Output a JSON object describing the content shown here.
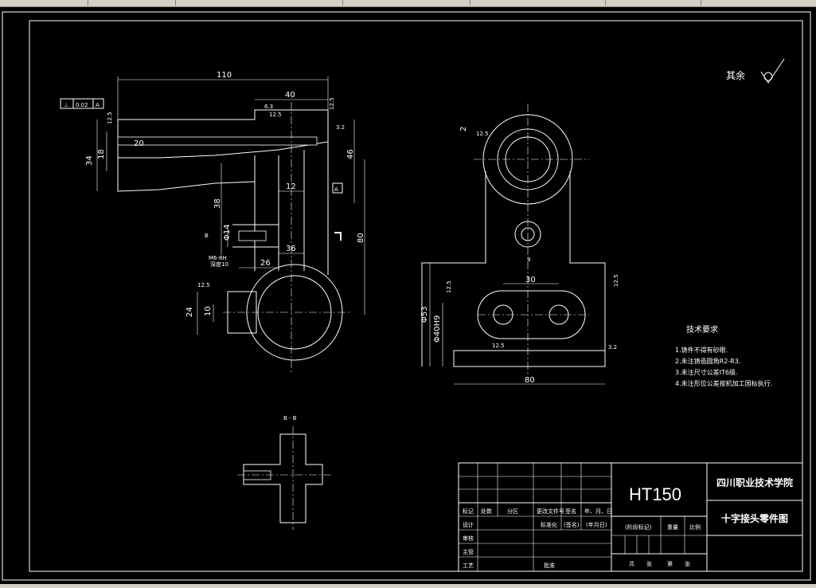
{
  "colors": {
    "background": "#000000",
    "lines": "#ffffff",
    "chrome": "#d4d0c8"
  },
  "roughness_note": "其余",
  "section_label": "B - B",
  "tolerance_frame": {
    "symbol": "⊥",
    "value": "0.02",
    "datum": "A"
  },
  "datum_label": "A",
  "section_mark": "B",
  "front_view_dims": {
    "d110": "110",
    "d40": "40",
    "d20": "20",
    "d34": "34",
    "d18": "18",
    "d46": "46",
    "d12": "12",
    "d38": "38",
    "d80": "80",
    "d14": "Φ14",
    "d26": "26",
    "d36": "36",
    "d24": "24",
    "d10": "10",
    "thread": "M6-8H",
    "thread_depth": "深度10",
    "r125": "12.5",
    "r125b": "12.5",
    "r125c": "12.5",
    "r63": "6.3",
    "r32": "3.2",
    "r125d": "12.5"
  },
  "side_view_dims": {
    "d2": "2",
    "r125a": "12.5",
    "d9": "9",
    "d30": "30",
    "d53": "Φ53",
    "d40h": "Φ40H9",
    "d80": "80",
    "r125b": "12.5",
    "r125c": "12.5",
    "r125d": "12.5",
    "r32": "3.2"
  },
  "tech_requirements": {
    "title": "技术要求",
    "items": [
      "1.铸件不得有砂眼.",
      "2.未注铸造圆角R2-R3.",
      "3.未注尺寸公差IT6级.",
      "4.未注形位公差按机加工国标执行."
    ]
  },
  "title_block": {
    "material": "HT150",
    "school": "四川职业技术学院",
    "part_name": "十字接头零件图",
    "row_labels": [
      "标记",
      "处数",
      "分区",
      "更改文件号",
      "签名",
      "年、月、日"
    ],
    "design": "设计",
    "check": "审核",
    "process": "工艺",
    "standardize": "标准化",
    "sign": "(签名)",
    "date": "(年月日)",
    "approve": "批准",
    "stage_mark": "(阶段标记)",
    "weight": "重量",
    "scale": "比例",
    "sheets": [
      "共",
      "张",
      "第",
      "张"
    ],
    "main_row": "主管"
  }
}
